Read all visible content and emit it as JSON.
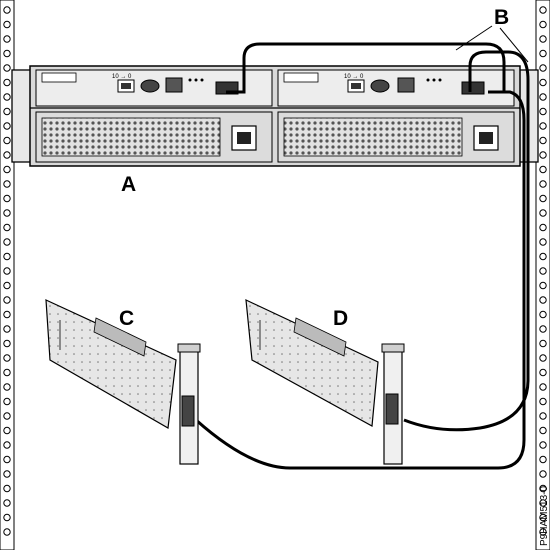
{
  "callouts": {
    "a": "A",
    "b": "B",
    "c": "C",
    "d": "D"
  },
  "figure_id": "P9HAM513-0",
  "colors": {
    "line": "#000000",
    "chassis": "#d9d9d9",
    "panel": "#ededed",
    "dark": "#3a3a3a",
    "card": "#e6e6e6"
  }
}
